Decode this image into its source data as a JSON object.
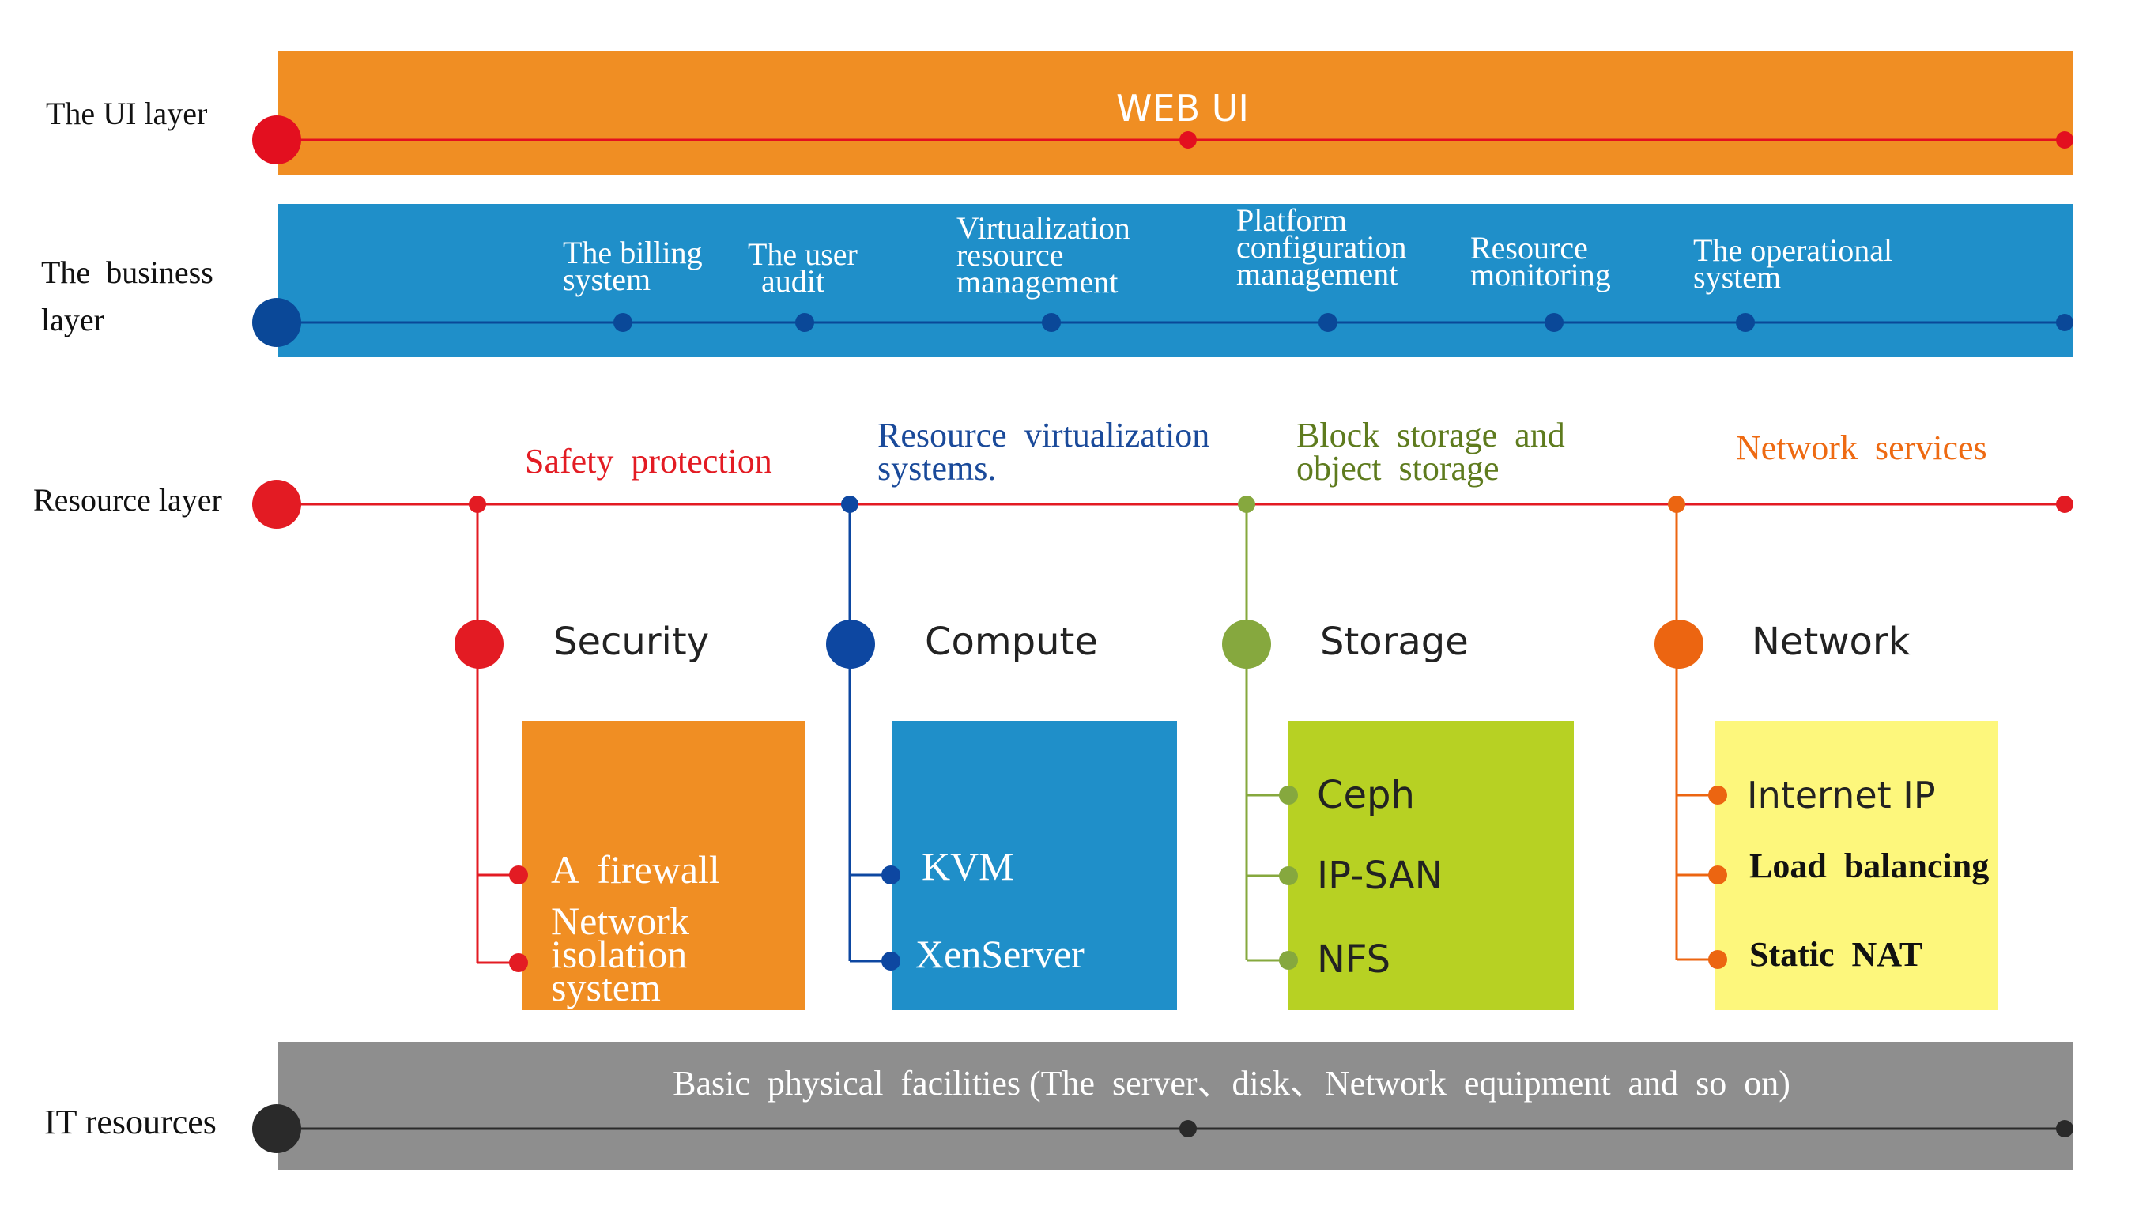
{
  "layers": {
    "ui": "The UI layer",
    "business_line1": "The  business",
    "business_line2": "layer",
    "resource": "Resource layer",
    "it": "IT resources"
  },
  "ui_band": {
    "label": "WEB UI",
    "color": "#f08e23"
  },
  "business_band": {
    "color": "#1f8fc9",
    "items": [
      {
        "lines": [
          "The billing",
          "system"
        ]
      },
      {
        "lines": [
          "The user",
          "audit"
        ]
      },
      {
        "lines": [
          "Virtualization",
          "resource",
          "management"
        ]
      },
      {
        "lines": [
          "Platform",
          "configuration",
          "management"
        ]
      },
      {
        "lines": [
          "Resource",
          "monitoring"
        ]
      },
      {
        "lines": [
          "The operational",
          "system"
        ]
      }
    ]
  },
  "resource_headings": {
    "safety": {
      "text": "Safety  protection",
      "color": "#e31b23"
    },
    "virtualization": {
      "line1": "Resource  virtualization",
      "line2": "systems.",
      "color": "#1a4a9a"
    },
    "storage": {
      "line1": "Block  storage  and",
      "line2": "object  storage",
      "color": "#5e7b1e"
    },
    "network": {
      "text": "Network  services",
      "color": "#ee6a12"
    }
  },
  "categories": {
    "security": {
      "label": "Security",
      "color": "#e31b23",
      "box_color": "#f08e23"
    },
    "compute": {
      "label": "Compute",
      "color": "#0d47a1",
      "box_color": "#1f8fc9"
    },
    "storage": {
      "label": "Storage",
      "color": "#86a83e",
      "box_color": "#b7d123"
    },
    "network": {
      "label": "Network",
      "color": "#ec6511",
      "box_color": "#fdf77c"
    }
  },
  "boxes": {
    "security": {
      "firewall": "A  firewall",
      "isolation": [
        "Network",
        "isolation",
        "system"
      ]
    },
    "compute": {
      "kvm": "KVM",
      "xen": "XenServer"
    },
    "storage": {
      "ceph": "Ceph",
      "ipsan": "IP-SAN",
      "nfs": "NFS"
    },
    "network": {
      "internet_ip": "Internet IP",
      "load_balancing": "Load  balancing",
      "static_nat": "Static  NAT"
    }
  },
  "it_band": {
    "label": "Basic  physical  facilities (The  server、disk、Network  equipment  and  so  on)",
    "color": "#8e8e8e"
  },
  "colors": {
    "ui_line": "#e30f1f",
    "business_line": "#0a4898",
    "resource_line": "#e31b23",
    "it_line": "#2a2a2a"
  }
}
